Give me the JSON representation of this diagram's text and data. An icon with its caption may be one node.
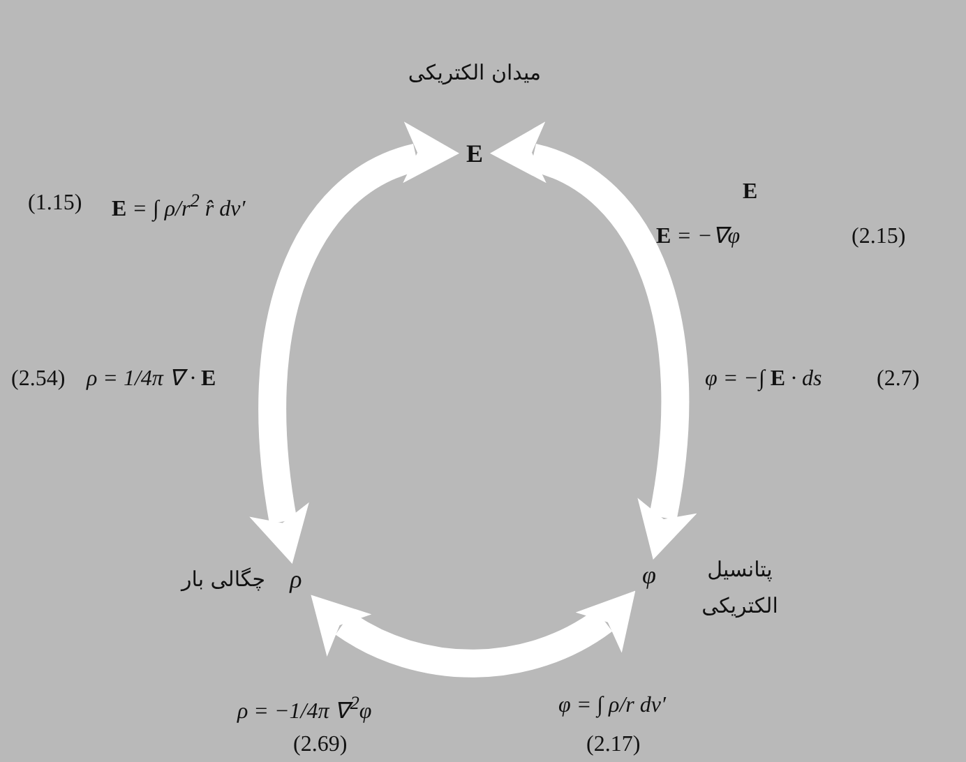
{
  "diagram": {
    "nodes": [
      {
        "text": [
          "**E**"
        ],
        "beside": [
          "میدان الکتریکی"
        ]
      },
      {
        "text": [
          "ρ"
        ],
        "beside": [
          "چگالی بار"
        ]
      },
      {
        "text": [
          "φ"
        ],
        "beside": [
          "پتانسیل الکتریکی"
        ]
      }
    ],
    "edges": [
      {
        "from": 0,
        "to": 1,
        "arrow": "both"
      },
      {
        "from": 0,
        "to": 2,
        "arrow": "both"
      },
      {
        "from": 1,
        "to": 2,
        "arrow": "both"
      }
    ],
    "labels": [
      "(1.15)",
      "**E** = ∫ ρ/r$^{2}$ r̂ dv′",
      "**E**",
      "**E** = −∇φ",
      "(2.15)",
      "(2.54)",
      "ρ = 1/4π ∇ · **E**",
      "φ = −∫ **E** · ds",
      "(2.7)",
      "ρ = −1/4π ∇$^{2}$φ",
      "φ = ∫ ρ/r dv′",
      "(2.69)",
      "(2.17)"
    ]
  }
}
